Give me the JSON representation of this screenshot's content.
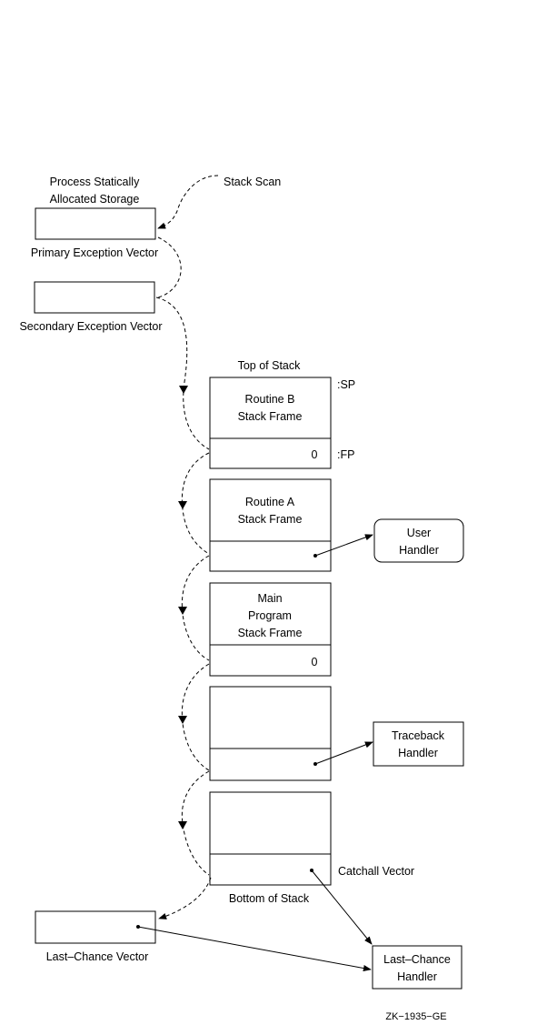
{
  "labels": {
    "process_static_line1": "Process Statically",
    "process_static_line2": "Allocated Storage",
    "stack_scan": "Stack Scan",
    "primary_vector": "Primary Exception Vector",
    "secondary_vector": "Secondary Exception Vector",
    "top_of_stack": "Top of Stack",
    "sp": ":SP",
    "fp": ":FP",
    "routine_b_line1": "Routine B",
    "routine_b_line2": "Stack Frame",
    "zero_b": "0",
    "routine_a_line1": "Routine A",
    "routine_a_line2": "Stack Frame",
    "user_handler_line1": "User",
    "user_handler_line2": "Handler",
    "main_line1": "Main",
    "main_line2": "Program",
    "main_line3": "Stack Frame",
    "zero_main": "0",
    "traceback_line1": "Traceback",
    "traceback_line2": "Handler",
    "catchall_vector": "Catchall Vector",
    "bottom_of_stack": "Bottom of Stack",
    "last_chance_vector": "Last–Chance Vector",
    "last_chance_handler_line1": "Last–Chance",
    "last_chance_handler_line2": "Handler",
    "figure_id": "ZK−1935−GE"
  }
}
